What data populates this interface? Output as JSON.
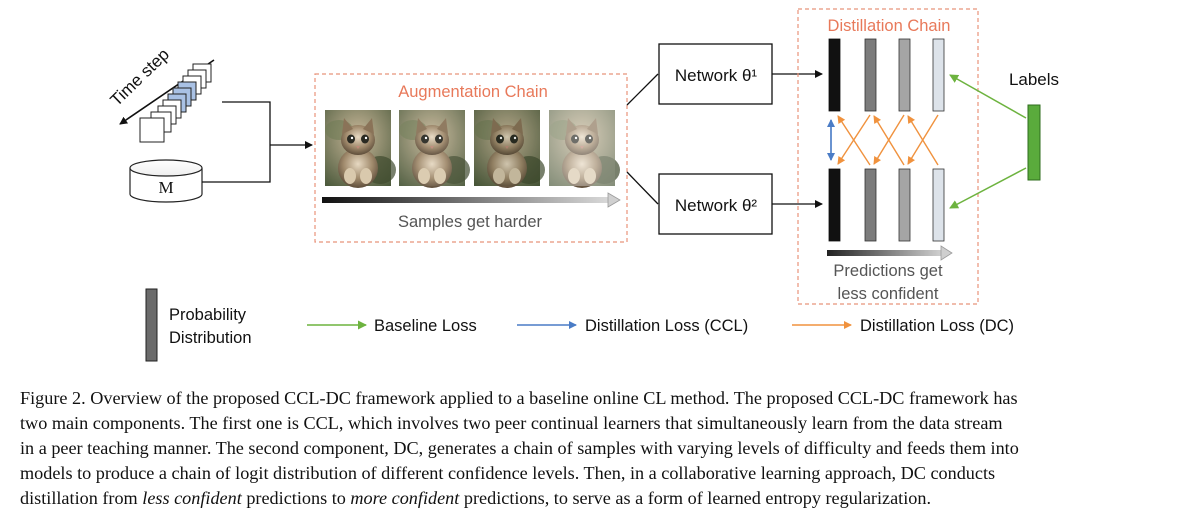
{
  "memory": {
    "time_step_label": "Time step",
    "buffer_label": "M"
  },
  "augmentation": {
    "title": "Augmentation Chain",
    "samples_label": "Samples get harder",
    "image_levels": [
      "original",
      "augmented-1",
      "augmented-2",
      "augmented-3"
    ]
  },
  "networks": [
    {
      "label": "Network θ¹"
    },
    {
      "label": "Network θ²"
    }
  ],
  "distillation": {
    "title": "Distillation Chain",
    "predictions_label_line1": "Predictions get",
    "predictions_label_line2": "less confident"
  },
  "labels": {
    "title": "Labels"
  },
  "legend": {
    "prob_line1": "Probability",
    "prob_line2": "Distribution",
    "baseline": "Baseline Loss",
    "distill_ccl": "Distillation Loss (CCL)",
    "distill_dc": "Distillation Loss (DC)"
  },
  "colors": {
    "dashed_box": "#e8937a",
    "title_orange": "#e8795a",
    "baseline_green": "#6db33f",
    "ccl_blue": "#4a7cc6",
    "dc_orange": "#f0923e",
    "label_bar_green": "#5aab3c",
    "stack_blue": "#a9c1e4"
  },
  "caption": {
    "line1": "Figure 2. Overview of the proposed CCL-DC framework applied to a baseline online CL method. The proposed CCL-DC framework has",
    "line2": "two main components.  The first one is CCL, which involves two peer continual learners that simultaneously learn from the data stream",
    "line3": "in a peer teaching manner. The second component, DC, generates a chain of samples with varying levels of difficulty and feeds them into",
    "line4": "models to produce a chain of logit distribution of different confidence levels.  Then, in a collaborative learning approach, DC conducts",
    "line5_a": "distillation from ",
    "line5_b": "less confident",
    "line5_c": " predictions to ",
    "line5_d": "more confident",
    "line5_e": " predictions, to serve as a form of learned entropy regularization."
  }
}
